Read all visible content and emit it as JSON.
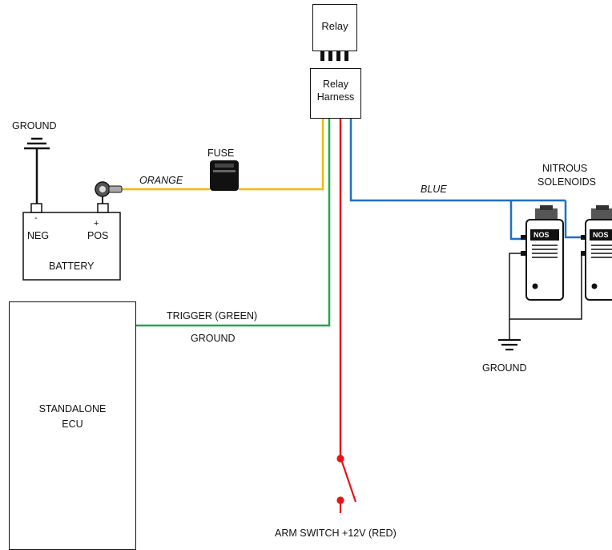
{
  "relay": {
    "label": "Relay"
  },
  "relay_harness": {
    "line1": "Relay",
    "line2": "Harness"
  },
  "battery": {
    "label": "BATTERY",
    "neg_sign": "-",
    "neg_label": "NEG",
    "pos_sign": "+",
    "pos_label": "POS"
  },
  "ground_top": "GROUND",
  "ground_mid": "GROUND",
  "ground_right": "GROUND",
  "fuse": "FUSE",
  "wire_orange": "ORANGE",
  "wire_blue": "BLUE",
  "trigger": "TRIGGER (GREEN)",
  "nitrous": {
    "line1": "NITROUS",
    "line2": "SOLENOIDS"
  },
  "solenoid_badge": "NOS",
  "ecu": {
    "line1": "STANDALONE",
    "line2": "ECU"
  },
  "arm_switch": "ARM SWITCH +12V (RED)",
  "colors": {
    "orange": "#f5b800",
    "green": "#1fa84a",
    "red": "#e8141a",
    "blue": "#1f6fc4"
  }
}
